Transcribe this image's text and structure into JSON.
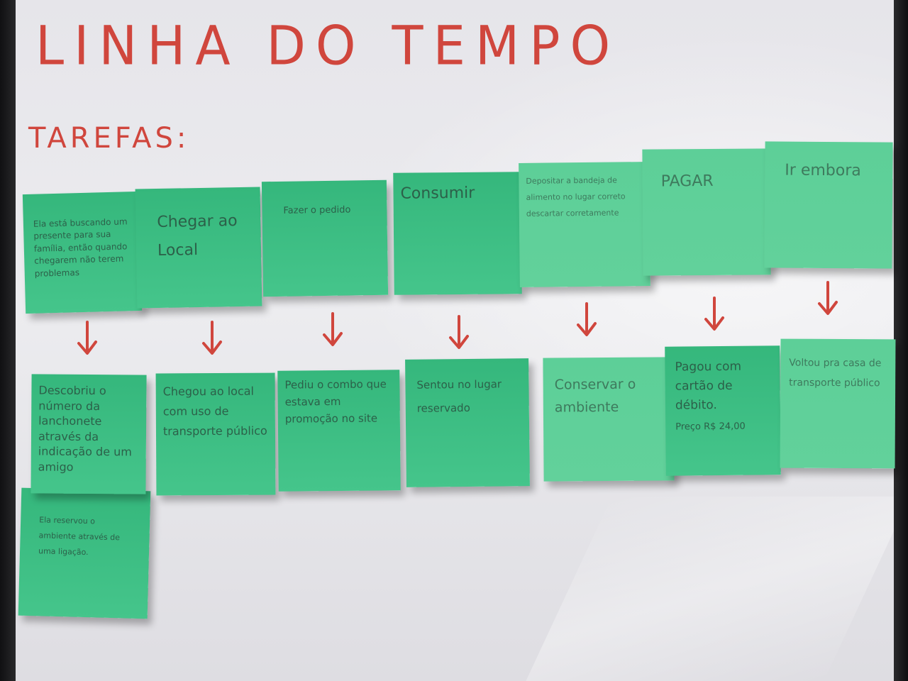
{
  "title": "LINHA DO TEMPO",
  "subtitle": "TAREFAS:",
  "tasks": [
    {
      "text": "Ela está buscando um presente para sua família, então quando chegarem não terem problemas"
    },
    {
      "text": "Chegar ao Local"
    },
    {
      "text": "Fazer o pedido"
    },
    {
      "text": "Consumir"
    },
    {
      "text": "Depositar a bandeja de alimento no lugar correto descartar corretamente"
    },
    {
      "text": "PAGAR"
    },
    {
      "text": "Ir embora"
    }
  ],
  "details": [
    {
      "text": "Descobriu o número da lanchonete através da indicação de um amigo"
    },
    {
      "text": "Chegou ao local com uso de transporte público"
    },
    {
      "text": "Pediu o combo que estava em promoção no site"
    },
    {
      "text": "Sentou no lugar reservado"
    },
    {
      "text": "Conservar o ambiente"
    },
    {
      "text": "Pagou com cartão de débito."
    },
    {
      "text": "Voltou pra casa de transporte público"
    }
  ],
  "detail_price": "Preço R$ 24,00",
  "extra_note": "Ela reservou o ambiente através de uma ligação.",
  "colors": {
    "marker": "#d0463d",
    "sticky": "#3fbf85",
    "board": "#e8e7ec"
  },
  "icons": [
    "arrow-down-icon"
  ]
}
